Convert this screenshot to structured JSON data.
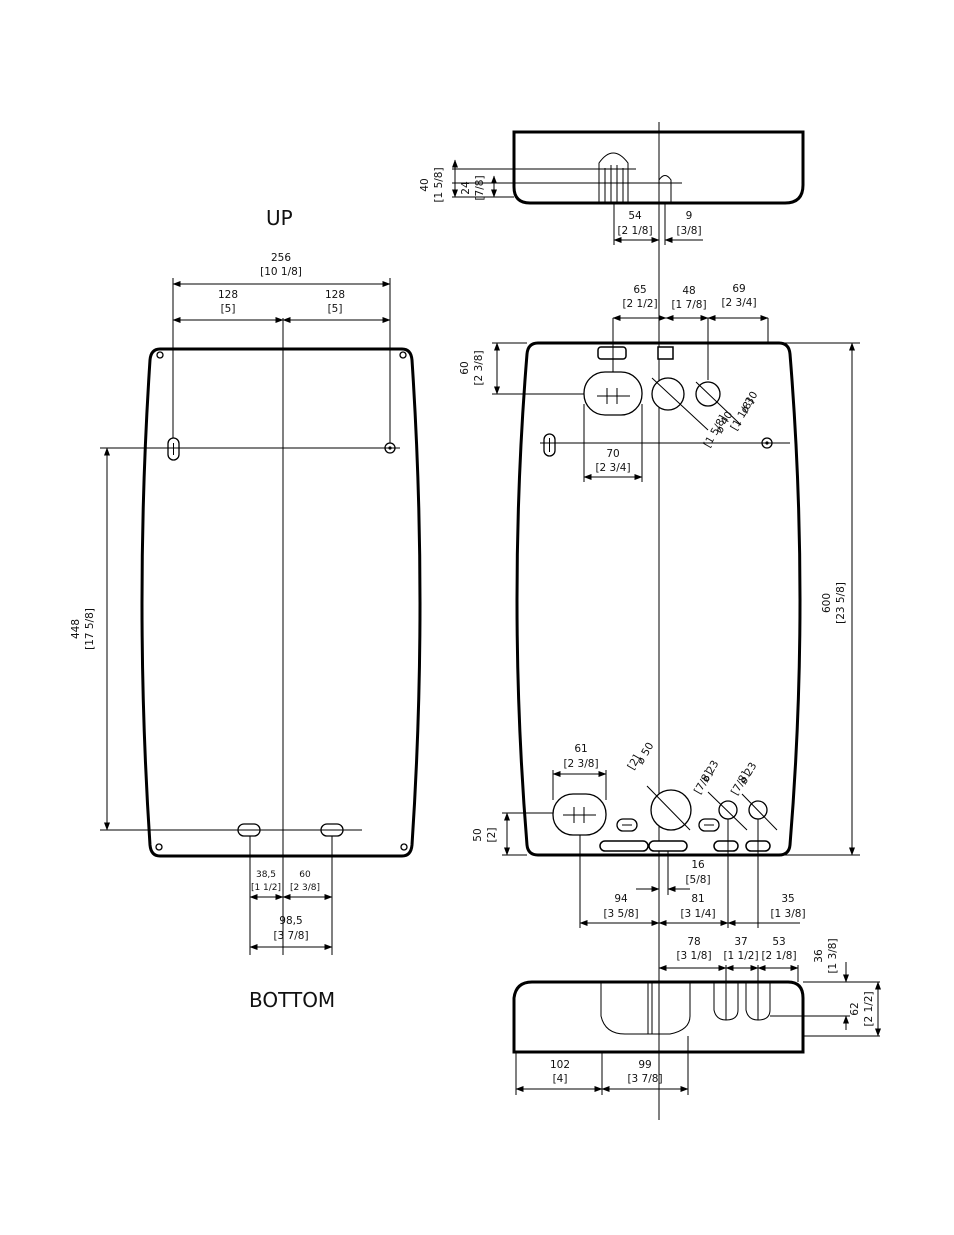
{
  "labels": {
    "up": "UP",
    "bottom": "BOTTOM"
  },
  "left_view": {
    "overall_width": "256",
    "overall_width_in": "[10 1/8]",
    "half_left": "128",
    "half_left_in": "[5]",
    "half_right": "128",
    "half_right_in": "[5]",
    "height": "448",
    "height_in": "[17 5/8]",
    "bottom_a": "38,5",
    "bottom_a_in": "[1 1/2]",
    "bottom_b": "60",
    "bottom_b_in": "[2 3/8]",
    "bottom_total": "98,5",
    "bottom_total_in": "[3 7/8]"
  },
  "top_view": {
    "d40": "40",
    "d40_in": "[1 5/8]",
    "d24": "24",
    "d24_in": "[7/8]",
    "d54": "54",
    "d54_in": "[2 1/8]",
    "d9": "9",
    "d9_in": "[3/8]"
  },
  "right_view": {
    "d65": "65",
    "d65_in": "[2 1/2]",
    "d48": "48",
    "d48_in": "[1 7/8]",
    "d69": "69",
    "d69_in": "[2 3/4]",
    "d60": "60",
    "d60_in": "[2 3/8]",
    "dia30": "ø 30",
    "dia30_in": "[1 1/8]",
    "dia40": "ø 40",
    "dia40_in": "[1 5/8]",
    "d70": "70",
    "d70_in": "[2 3/4]",
    "d600": "600",
    "d600_in": "[23 5/8]",
    "d61": "61",
    "d61_in": "[2 3/8]",
    "dia50": "ø 50",
    "dia50_in": "[2]",
    "dia23a": "ø 23",
    "dia23a_in": "[7/8]",
    "dia23b": "ø 23",
    "dia23b_in": "[7/8]",
    "d50": "50",
    "d50_in": "[2]",
    "d16": "16",
    "d16_in": "[5/8]",
    "d94": "94",
    "d94_in": "[3 5/8]",
    "d81": "81",
    "d81_in": "[3 1/4]",
    "d35": "35",
    "d35_in": "[1 3/8]"
  },
  "bottom_view": {
    "d78": "78",
    "d78_in": "[3 1/8]",
    "d37": "37",
    "d37_in": "[1 1/2]",
    "d53": "53",
    "d53_in": "[2 1/8]",
    "d36": "36",
    "d36_in": "[1 3/8]",
    "d62": "62",
    "d62_in": "[2 1/2]",
    "d102": "102",
    "d102_in": "[4]",
    "d99": "99",
    "d99_in": "[3 7/8]"
  }
}
